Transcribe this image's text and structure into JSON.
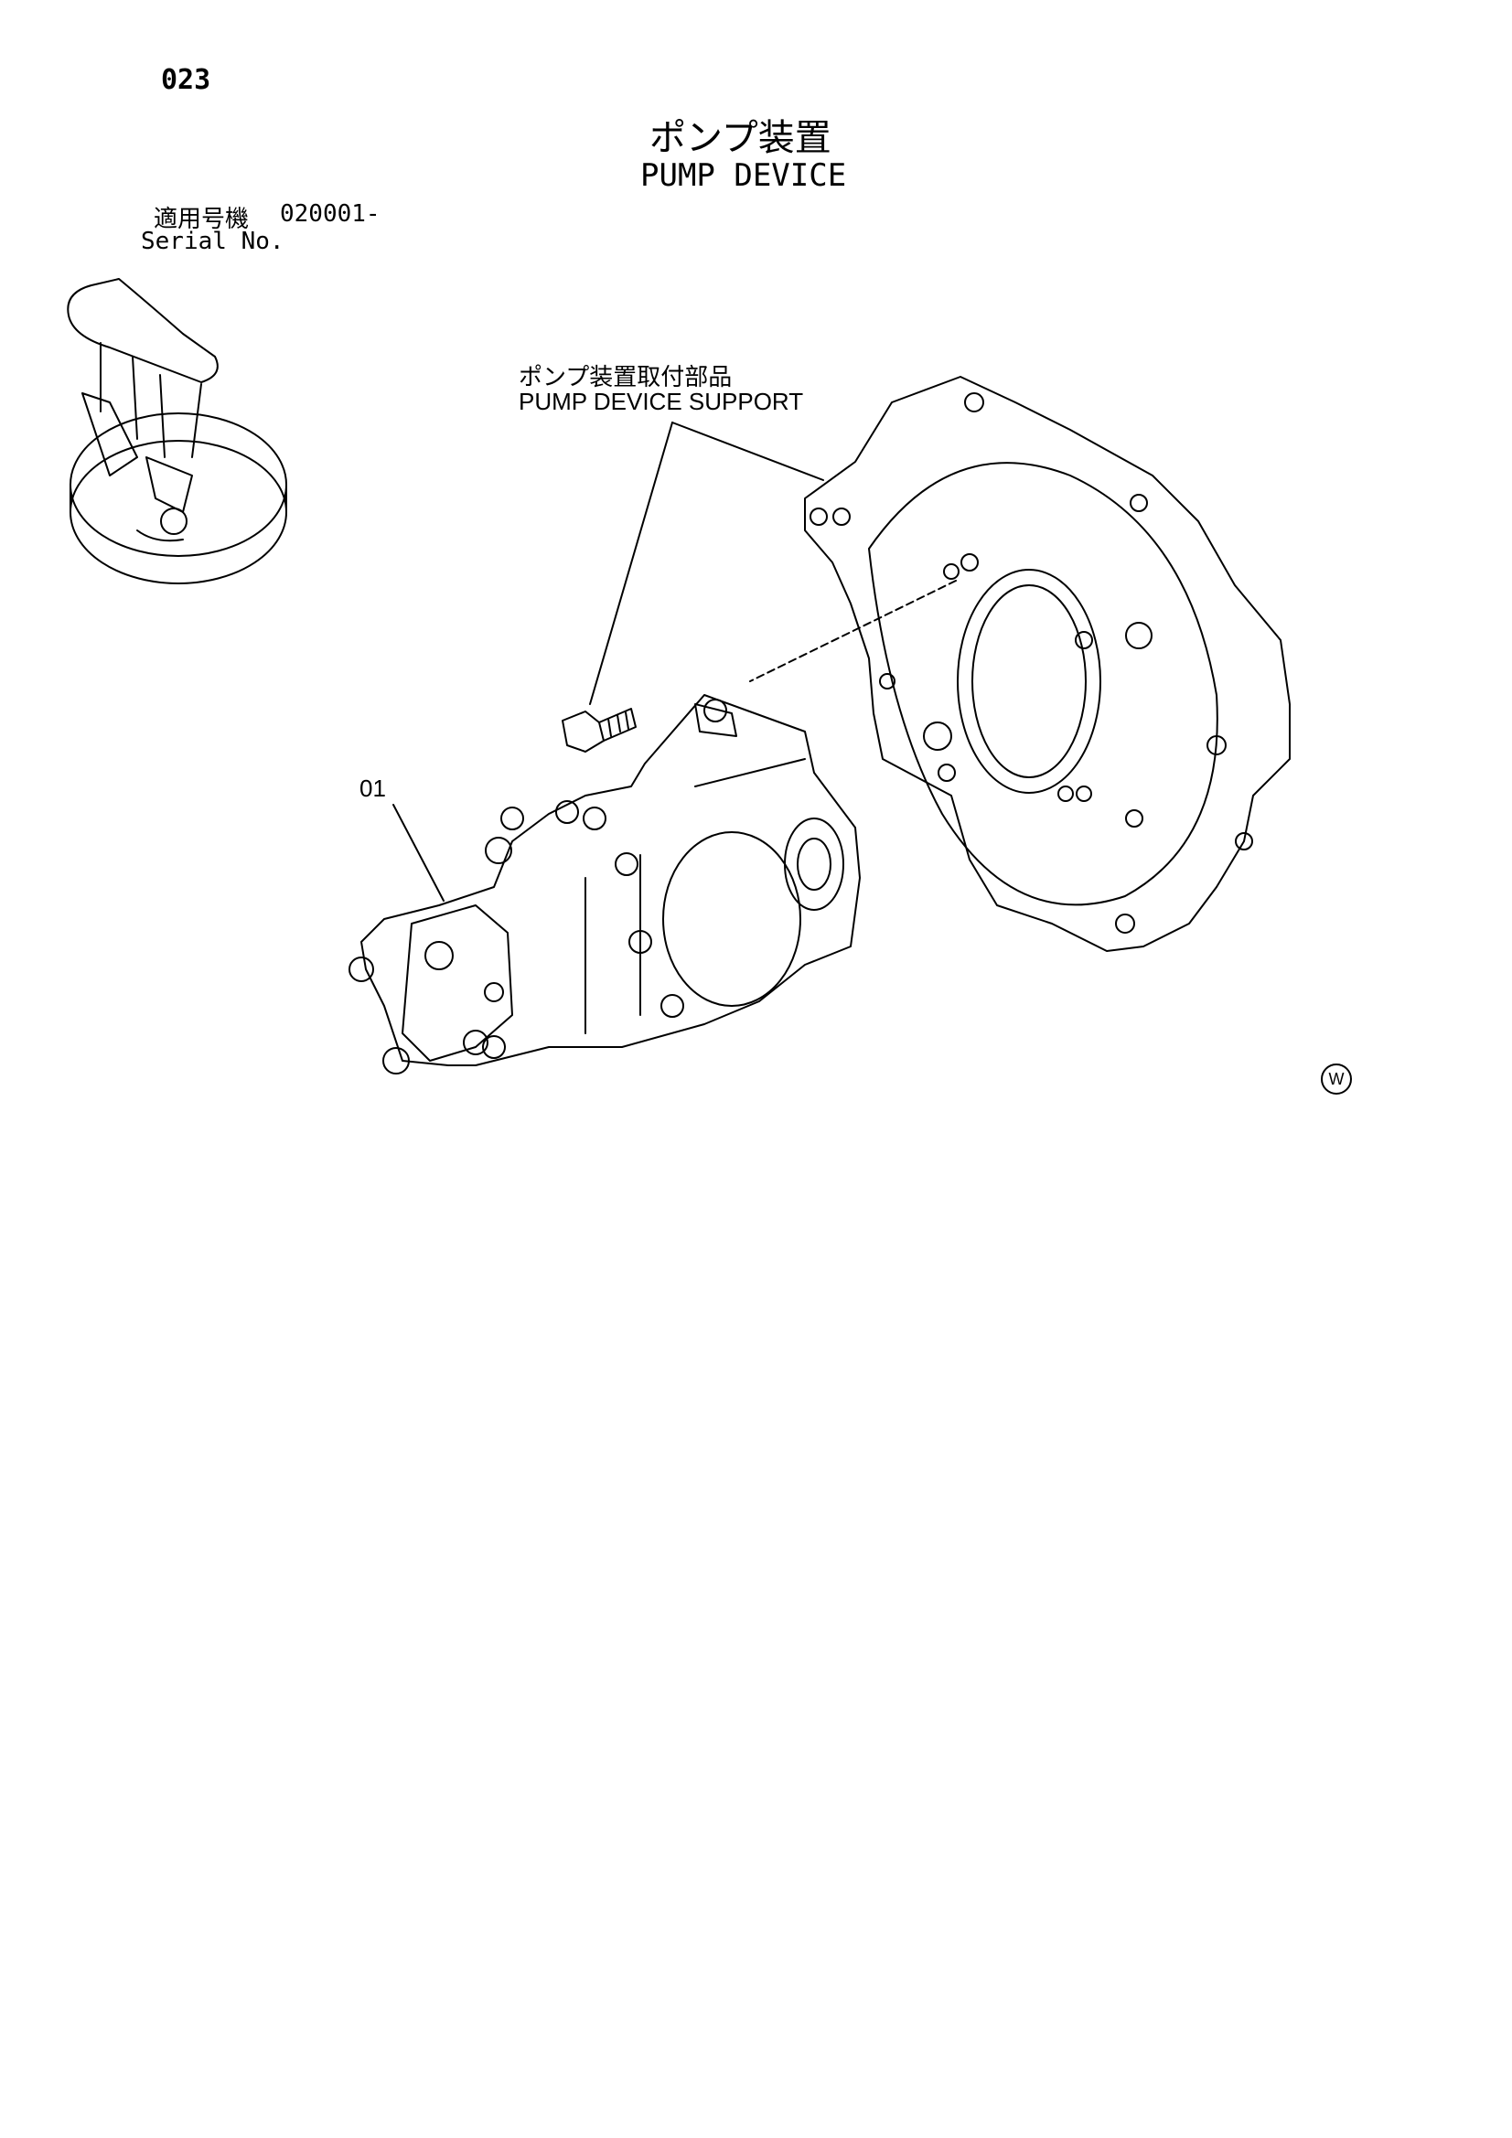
{
  "header": {
    "page_number": "023",
    "title_jp": "ポンプ装置",
    "title_en": "PUMP DEVICE"
  },
  "serial": {
    "label_jp": "適用号機",
    "range": "020001-",
    "label_en": "Serial No."
  },
  "callouts": {
    "support_jp": "ポンプ装置取付部品",
    "support_en": "PUMP DEVICE SUPPORT",
    "part_01": "01"
  },
  "watermark": "W"
}
